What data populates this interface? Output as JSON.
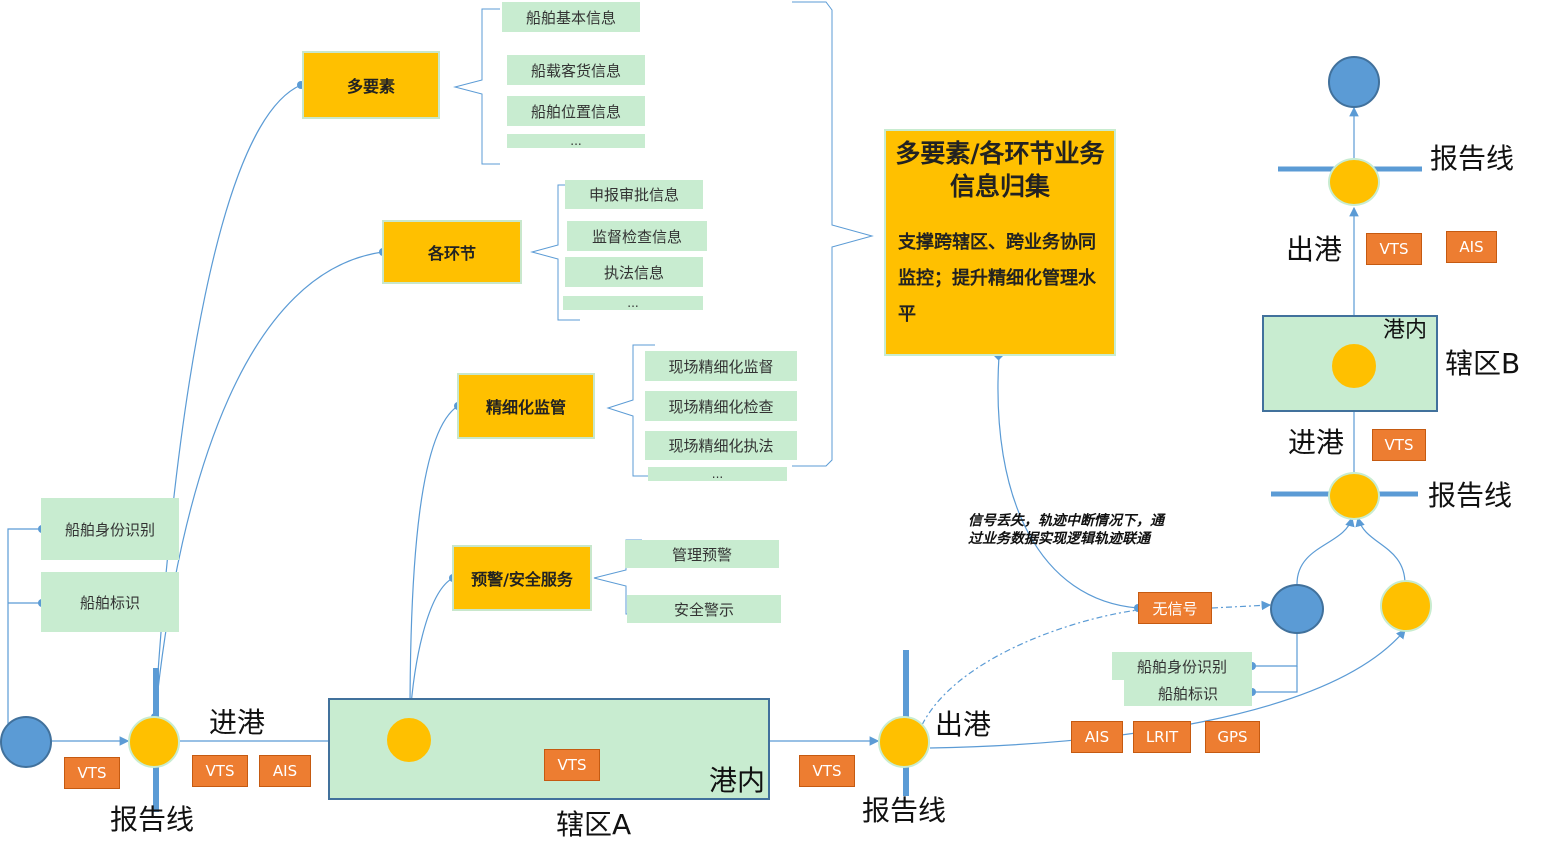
{
  "categories": {
    "multi": "多要素",
    "links": "各环节",
    "fine": "精细化监管",
    "warn": "预警/安全服务"
  },
  "multi_items": [
    "船舶基本信息",
    "船载客货信息",
    "船舶位置信息",
    "..."
  ],
  "links_items": [
    "申报审批信息",
    "监督检查信息",
    "执法信息",
    "..."
  ],
  "fine_items": [
    "现场精细化监督",
    "现场精细化检查",
    "现场精细化执法",
    "..."
  ],
  "warn_items": [
    "管理预警",
    "安全警示"
  ],
  "identity": [
    "船舶身份识别",
    "船舶标识"
  ],
  "summary": {
    "title": "多要素/各环节业务信息归集",
    "body": "支撑跨辖区、跨业务协同监控；提升精细化管理水平"
  },
  "labels": {
    "report_line": "报告线",
    "enter_port": "进港",
    "exit_port": "出港",
    "in_port": "港内",
    "zone_a": "辖区A",
    "zone_b": "辖区B"
  },
  "tags": {
    "vts": "VTS",
    "ais": "AIS",
    "lrit": "LRIT",
    "gps": "GPS",
    "no_signal": "无信号"
  },
  "note": "信号丢失，轨迹中断情况下，通过业务数据实现逻辑轨迹联通",
  "colors": {
    "category": "#FFC000",
    "info": "#c8ecd0",
    "tag": "#ED7D31",
    "node_blue": "#5B9BD5",
    "line": "#5B9BD5"
  }
}
